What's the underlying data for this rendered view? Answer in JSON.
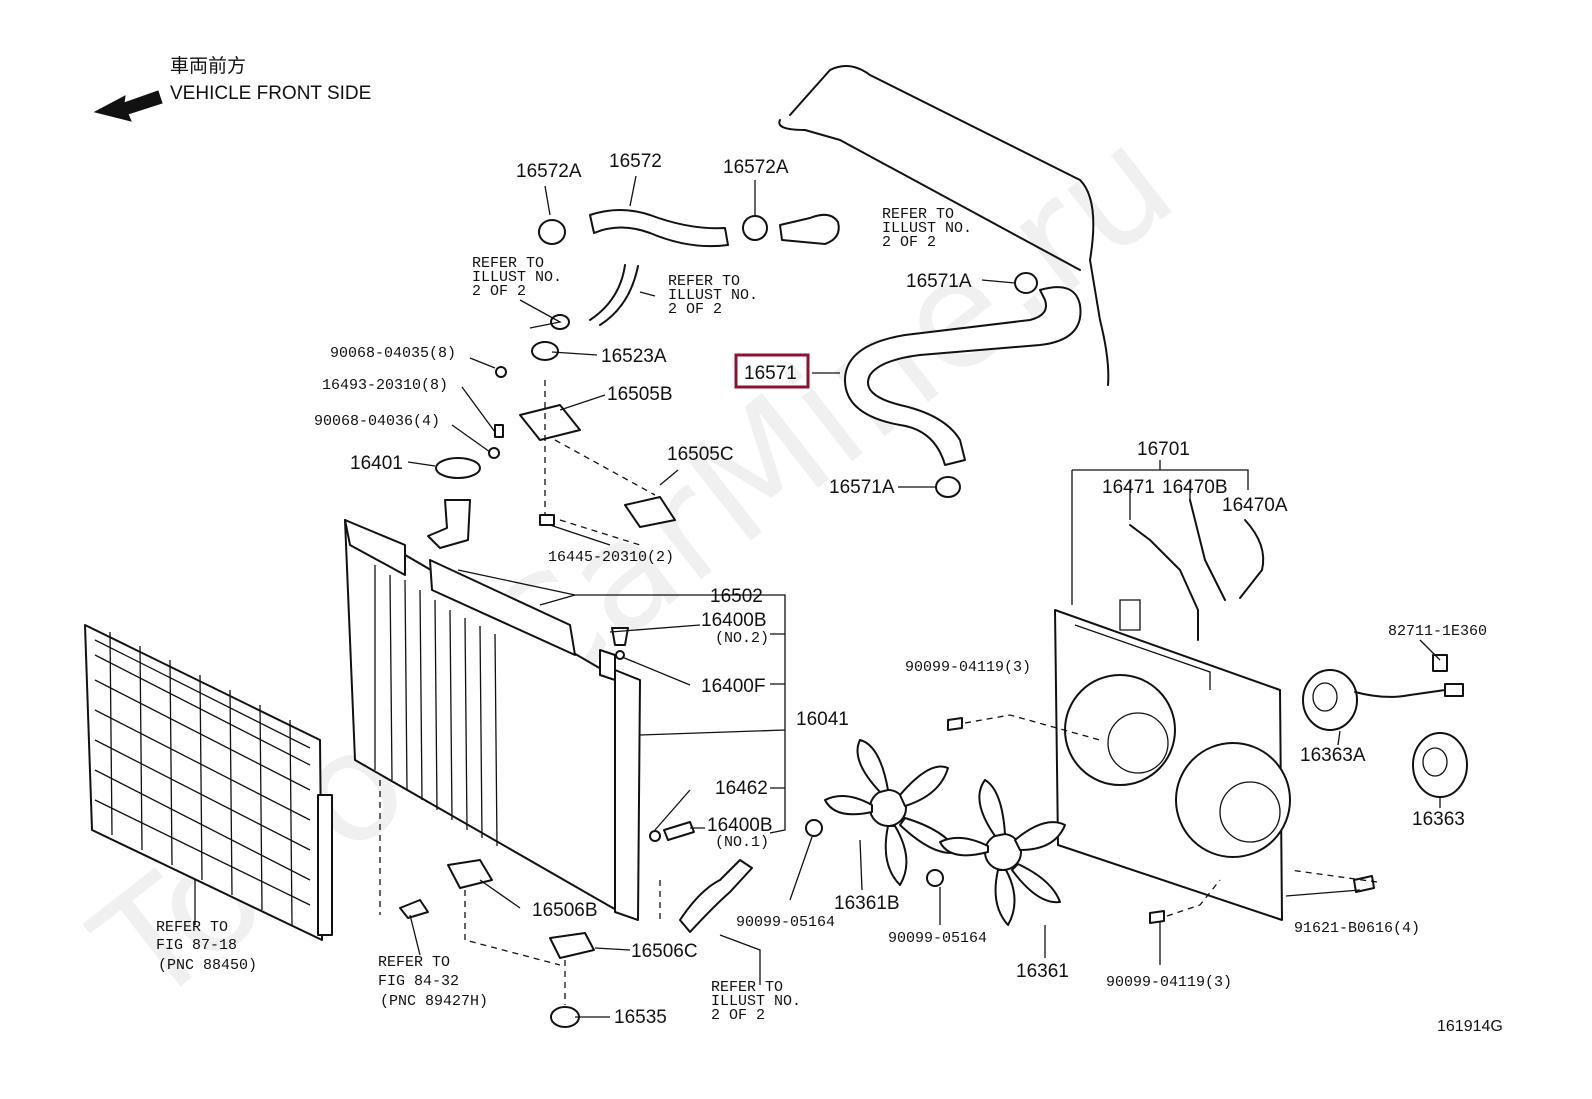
{
  "header": {
    "jp_title": "車両前方",
    "front_label": "VEHICLE FRONT SIDE"
  },
  "watermark": "ToyotaCarMine.ru",
  "diagram_code": "161914G",
  "highlight_color": "#8a1430",
  "parts": {
    "p16572A_left": "16572A",
    "p16572": "16572",
    "p16572A_right": "16572A",
    "p16571A_top": "16571A",
    "p16571": "16571",
    "p16571A_bottom": "16571A",
    "p16523A": "16523A",
    "p16505B": "16505B",
    "p16505C": "16505C",
    "p16401": "16401",
    "p16445": "16445-20310(2)",
    "p90068_04035": "90068-04035(8)",
    "p16493": "16493-20310(8)",
    "p90068_04036": "90068-04036(4)",
    "p16701": "16701",
    "p16471": "16471",
    "p16470B": "16470B",
    "p16470A": "16470A",
    "p16502": "16502",
    "p16400B_top": "16400B",
    "p16400B_top_sub": "(NO.2)",
    "p16400F": "16400F",
    "p16041": "16041",
    "p16462": "16462",
    "p16400B_bot": "16400B",
    "p16400B_bot_sub": "(NO.1)",
    "p82711": "82711-1E360",
    "p16363A": "16363A",
    "p16363": "16363",
    "p90099_04119_top": "90099-04119(3)",
    "p90099_04119_bot": "90099-04119(3)",
    "p91621": "91621-B0616(4)",
    "p16361B": "16361B",
    "p16361": "16361",
    "p90099_05164_left": "90099-05164",
    "p90099_05164_right": "90099-05164",
    "p16506B": "16506B",
    "p16506C": "16506C",
    "p16535": "16535"
  },
  "references": {
    "ref_top_right": [
      "REFER TO",
      "ILLUST NO.",
      "2 OF 2"
    ],
    "ref_mid_left": [
      "REFER TO",
      "ILLUST NO.",
      "2 OF 2"
    ],
    "ref_mid_right": [
      "REFER TO",
      "ILLUST NO.",
      "2 OF 2"
    ],
    "ref_bottom_hose": [
      "REFER TO",
      "ILLUST NO.",
      "2 OF 2"
    ],
    "ref_fig87": [
      "REFER TO",
      "FIG 87-18",
      "(PNC 88450)"
    ],
    "ref_fig84": [
      "REFER TO",
      "FIG 84-32",
      "(PNC 89427H)"
    ]
  }
}
